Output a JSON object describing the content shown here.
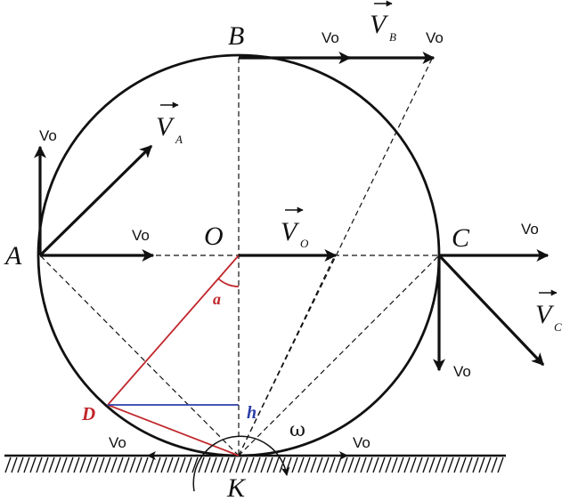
{
  "points": {
    "A": "A",
    "B": "B",
    "C": "C",
    "O": "O",
    "K": "K",
    "D": "D"
  },
  "vectors": {
    "VA": {
      "name": "V",
      "sub": "A"
    },
    "VB": {
      "name": "V",
      "sub": "B"
    },
    "VC": {
      "name": "V",
      "sub": "C"
    },
    "VO": {
      "name": "V",
      "sub": "O"
    }
  },
  "vo_label": "Vo",
  "angle_label": "a",
  "height_label": "h",
  "omega_label": "ω",
  "colors": {
    "ink": "#111111",
    "red": "#c0262b",
    "blue": "#2b3ea8"
  }
}
